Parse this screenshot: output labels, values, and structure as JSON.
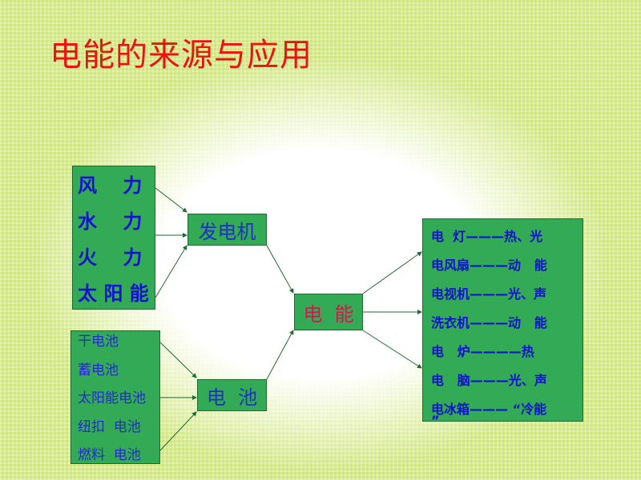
{
  "title": "电能的来源与应用",
  "generator_sources": [
    "风　 力",
    "水　 力",
    "火　 力",
    "太 阳 能"
  ],
  "battery_sources": [
    "干电池",
    "蓄电池",
    "太阳能电池",
    "纽扣  电池",
    "燃料  电池"
  ],
  "generator": "发电机",
  "battery": "电  池",
  "electricity": "电  能",
  "uses": [
    "电  灯———热、光",
    "电风扇———动   能",
    "电视机———光、声",
    "洗衣机———动   能",
    "电   炉————热",
    "电   脑———光、声",
    "电冰箱——— “冷能",
    "”"
  ]
}
